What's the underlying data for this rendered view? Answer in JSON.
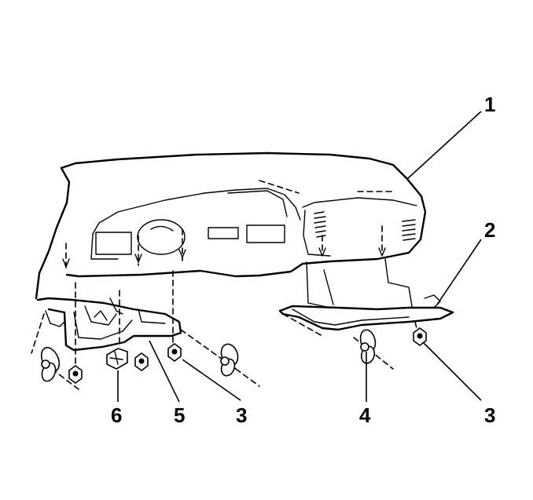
{
  "diagram": {
    "callouts": [
      {
        "id": "c1",
        "label": "1"
      },
      {
        "id": "c2",
        "label": "2"
      },
      {
        "id": "c3a",
        "label": "3"
      },
      {
        "id": "c3b",
        "label": "3"
      },
      {
        "id": "c4",
        "label": "4"
      },
      {
        "id": "c5",
        "label": "5"
      },
      {
        "id": "c6",
        "label": "6"
      }
    ]
  }
}
